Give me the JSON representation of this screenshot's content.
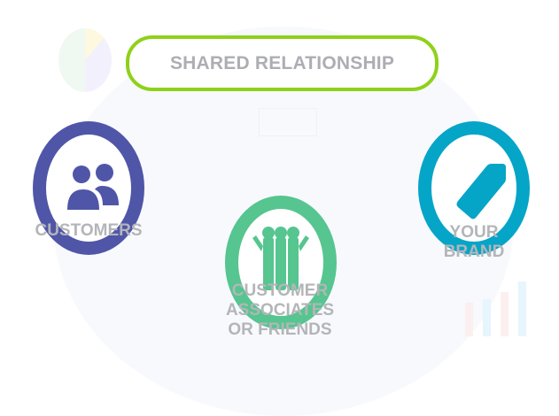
{
  "title": "SHARED RELATIONSHIP",
  "nodes": [
    {
      "label_lines": [
        "CUSTOMERS"
      ],
      "icon": "users-icon",
      "color": "#4f56a8"
    },
    {
      "label_lines": [
        "CUSTOMER",
        "ASSOCIATES",
        "OR FRIENDS"
      ],
      "icon": "friends-group-icon",
      "color": "#56c58f"
    },
    {
      "label_lines": [
        "YOUR",
        "BRAND"
      ],
      "icon": "tag-icon",
      "color": "#05a5c8"
    }
  ],
  "colors": {
    "pill_border": "#8fd11a",
    "text": "#b0b1b5"
  }
}
